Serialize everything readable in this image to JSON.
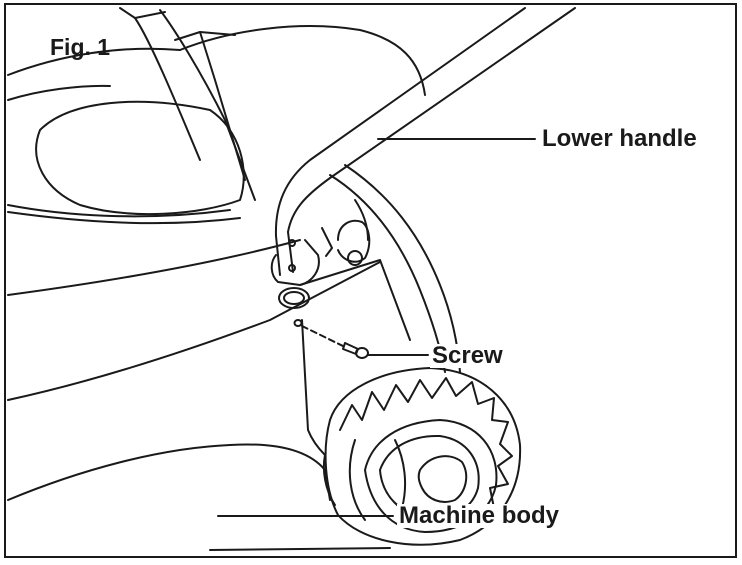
{
  "figure": {
    "title": "Fig. 1",
    "stroke_color": "#1a1a1a",
    "background": "#ffffff"
  },
  "callouts": {
    "lower_handle": "Lower handle",
    "screw": "Screw",
    "machine_body": "Machine body"
  }
}
